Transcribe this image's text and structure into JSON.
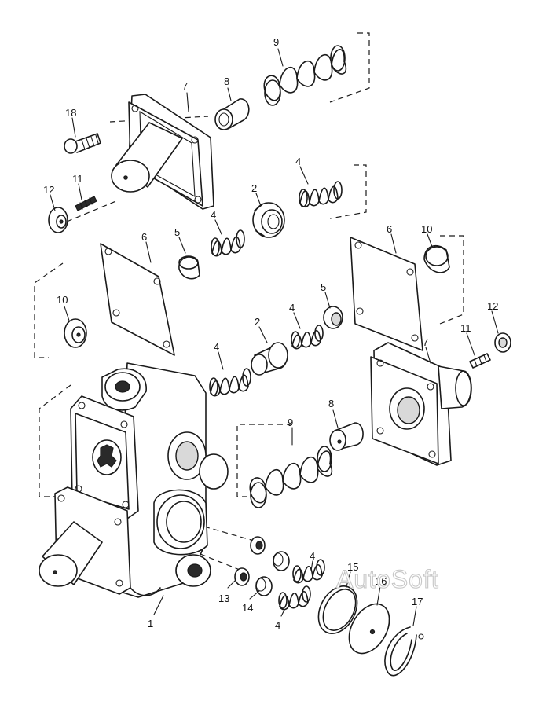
{
  "watermark": "AutoSoft",
  "callouts": {
    "c1": "1",
    "c2a": "2",
    "c2b": "2",
    "c4a": "4",
    "c4b": "4",
    "c4c": "4",
    "c4d": "4",
    "c4e": "4",
    "c4f": "4",
    "c5a": "5",
    "c5b": "5",
    "c6a": "6",
    "c6b": "6",
    "c7a": "7",
    "c7b": "7",
    "c8a": "8",
    "c8b": "8",
    "c9a": "9",
    "c9b": "9",
    "c10a": "10",
    "c10b": "10",
    "c11a": "11",
    "c11b": "11",
    "c12a": "12",
    "c12b": "12",
    "c13": "13",
    "c14": "14",
    "c15": "15",
    "c16": "16",
    "c17": "17",
    "c18": "18"
  }
}
